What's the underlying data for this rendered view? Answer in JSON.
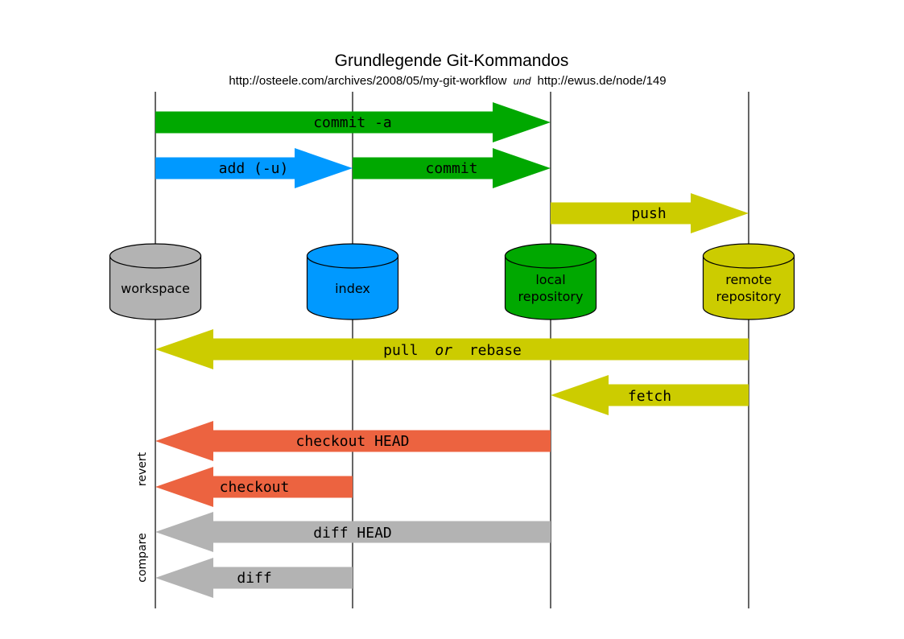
{
  "header": {
    "title": "Grundlegende Git-Kommandos",
    "subtitle_part1": "http://osteele.com/archives/2008/05/my-git-workflow",
    "subtitle_conj": "und",
    "subtitle_part2": "http://ewus.de/node/149"
  },
  "colors": {
    "workspace": "#b3b3b3",
    "index": "#0099ff",
    "local": "#00a800",
    "remote": "#cccc00",
    "revert": "#ec6340",
    "compare": "#b3b3b3"
  },
  "stores": [
    {
      "id": "workspace",
      "lines": [
        "workspace"
      ],
      "color": "#b3b3b3"
    },
    {
      "id": "index",
      "lines": [
        "index"
      ],
      "color": "#0099ff"
    },
    {
      "id": "local",
      "lines": [
        "local",
        "repository"
      ],
      "color": "#00a800"
    },
    {
      "id": "remote",
      "lines": [
        "remote",
        "repository"
      ],
      "color": "#cccc00"
    }
  ],
  "commands": [
    {
      "id": "commit-a",
      "label": "commit -a",
      "from": "workspace",
      "to": "local",
      "color": "#00a800"
    },
    {
      "id": "add",
      "label": "add (-u)",
      "from": "workspace",
      "to": "index",
      "color": "#0099ff"
    },
    {
      "id": "commit",
      "label": "commit",
      "from": "index",
      "to": "local",
      "color": "#00a800"
    },
    {
      "id": "push",
      "label": "push",
      "from": "local",
      "to": "remote",
      "color": "#cccc00"
    },
    {
      "id": "pull-rebase",
      "label_a": "pull",
      "label_or": "or",
      "label_b": "rebase",
      "from": "remote",
      "to": "workspace",
      "color": "#cccc00"
    },
    {
      "id": "fetch",
      "label": "fetch",
      "from": "remote",
      "to": "local",
      "color": "#cccc00"
    },
    {
      "id": "checkout-head",
      "label": "checkout HEAD",
      "from": "local",
      "to": "workspace",
      "color": "#ec6340"
    },
    {
      "id": "checkout",
      "label": "checkout",
      "from": "index",
      "to": "workspace",
      "color": "#ec6340"
    },
    {
      "id": "diff-head",
      "label": "diff HEAD",
      "from": "local",
      "to": "workspace",
      "color": "#b3b3b3"
    },
    {
      "id": "diff",
      "label": "diff",
      "from": "index",
      "to": "workspace",
      "color": "#b3b3b3"
    }
  ],
  "groups": {
    "revert": "revert",
    "compare": "compare"
  }
}
